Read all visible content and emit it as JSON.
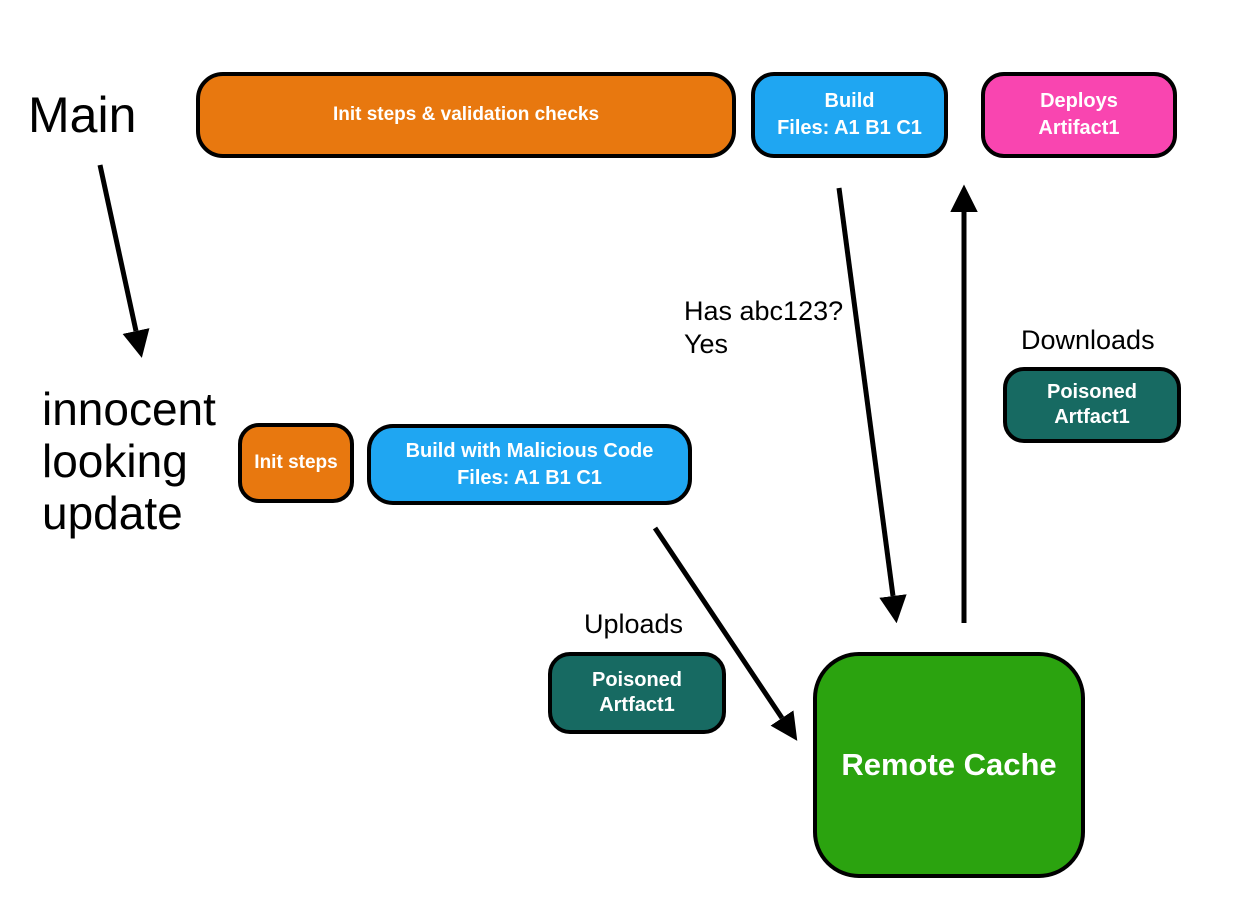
{
  "labels": {
    "main": "Main",
    "innocent_update": {
      "line1": "innocent",
      "line2": "looking",
      "line3": "update"
    },
    "has_hash": {
      "line1": "Has abc123?",
      "line2": "Yes"
    },
    "downloads": "Downloads",
    "uploads": "Uploads"
  },
  "nodes": {
    "init_validation": {
      "label": "Init steps & validation checks",
      "color": "#E8780F"
    },
    "build": {
      "line1": "Build",
      "line2": "Files: A1 B1 C1",
      "color": "#1FA6F2"
    },
    "deploys": {
      "line1": "Deploys",
      "line2": "Artifact1",
      "color": "#F945B0"
    },
    "init_steps": {
      "label": "Init steps",
      "color": "#E8780F"
    },
    "build_malicious": {
      "line1": "Build with Malicious Code",
      "line2": "Files: A1 B1 C1",
      "color": "#1FA6F2"
    },
    "poisoned_download": {
      "line1": "Poisoned",
      "line2": "Artfact1",
      "color": "#176A62"
    },
    "poisoned_upload": {
      "line1": "Poisoned",
      "line2": "Artfact1",
      "color": "#176A62"
    },
    "remote_cache": {
      "label": "Remote Cache",
      "color": "#2BA30F"
    }
  },
  "style": {
    "background": "#FFFFFF",
    "border_color": "#000000",
    "arrow_color": "#000000",
    "node_text_color": "#FFFFFF",
    "label_text_color": "#000000"
  }
}
